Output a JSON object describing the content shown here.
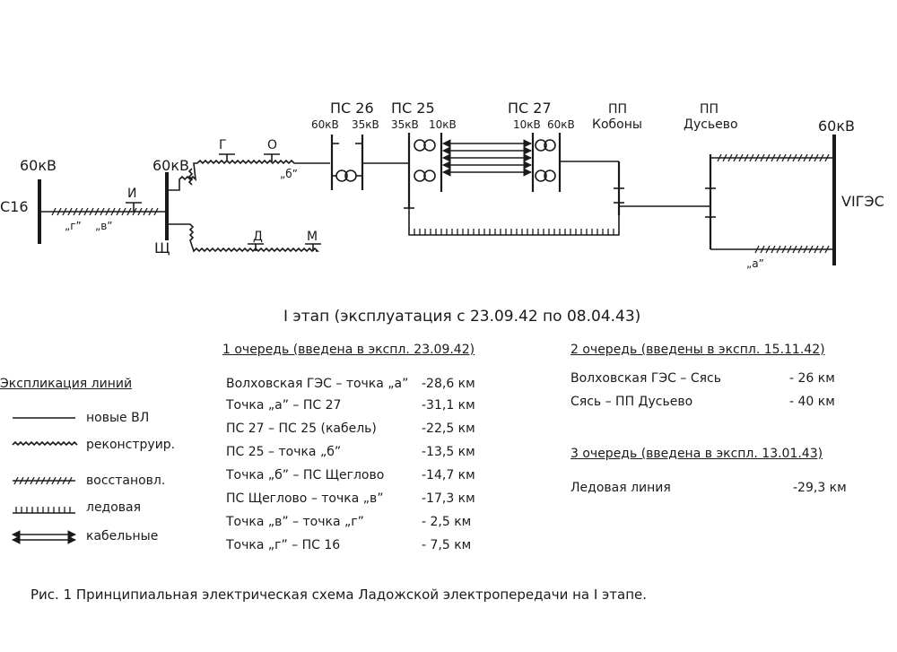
{
  "diagram": {
    "left_station": "С16",
    "left_voltage": "60кВ",
    "bus_shch_voltage": "60кВ",
    "bus_shch_label": "Щ",
    "point_u": "И",
    "point_g": "Г",
    "point_o": "О",
    "point_d": "Д",
    "point_m": "М",
    "mark_b": "„б”",
    "mark_g": "„г”",
    "mark_v": "„в”",
    "mark_a": "„а”",
    "ps26": {
      "name": "ПС 26",
      "v1": "60кВ",
      "v2": "35кВ"
    },
    "ps25": {
      "name": "ПС 25",
      "v1": "35кВ",
      "v2": "10кВ"
    },
    "ps27": {
      "name": "ПС 27",
      "v1": "10кВ",
      "v2": "60кВ"
    },
    "pp_kobony": {
      "line1": "ПП",
      "line2": "Кобоны"
    },
    "pp_dusevo": {
      "line1": "ПП",
      "line2": "Дусьево"
    },
    "right_voltage": "60кВ",
    "right_station": "VIГЭС"
  },
  "stage": {
    "title": "I этап (эксплуатация с 23.09.42 по 08.04.43)"
  },
  "queue1": {
    "title": "1 очередь (введена в экспл. 23.09.42)",
    "rows": [
      {
        "name": "Волховская ГЭС – точка „а”",
        "dist": "-28,6 км"
      },
      {
        "name": "Точка „а” – ПС 27",
        "dist": "-31,1 км"
      },
      {
        "name": "ПС 27 – ПС 25 (кабель)",
        "dist": "-22,5 км"
      },
      {
        "name": "ПС 25 – точка „б”",
        "dist": "-13,5 км"
      },
      {
        "name": "Точка „б” – ПС Щеглово",
        "dist": "-14,7 км"
      },
      {
        "name": "ПС Щеглово – точка „в”",
        "dist": "-17,3 км"
      },
      {
        "name": "Точка „в” – точка „г”",
        "dist": "- 2,5 км"
      },
      {
        "name": "Точка „г” – ПС 16",
        "dist": "- 7,5 км"
      }
    ]
  },
  "queue2": {
    "title": "2 очередь (введены в экспл. 15.11.42)",
    "rows": [
      {
        "name": "Волховская ГЭС – Сясь",
        "dist": "- 26 км"
      },
      {
        "name": "Сясь – ПП Дусьево",
        "dist": "- 40 км"
      }
    ]
  },
  "queue3": {
    "title": "3 очередь (введена в экспл. 13.01.43)",
    "rows": [
      {
        "name": "Ледовая линия",
        "dist": "-29,3 км"
      }
    ]
  },
  "legend": {
    "title": "Экспликация линий",
    "items": [
      {
        "label": "новые ВЛ",
        "style": "plain"
      },
      {
        "label": "реконструир.",
        "style": "zigzag"
      },
      {
        "label": "восстановл.",
        "style": "hatched"
      },
      {
        "label": "ледовая",
        "style": "ice"
      },
      {
        "label": "кабельные",
        "style": "cable"
      }
    ]
  },
  "caption": "Рис. 1 Принципиальная электрическая схема Ладожской электропередачи на I этапе."
}
